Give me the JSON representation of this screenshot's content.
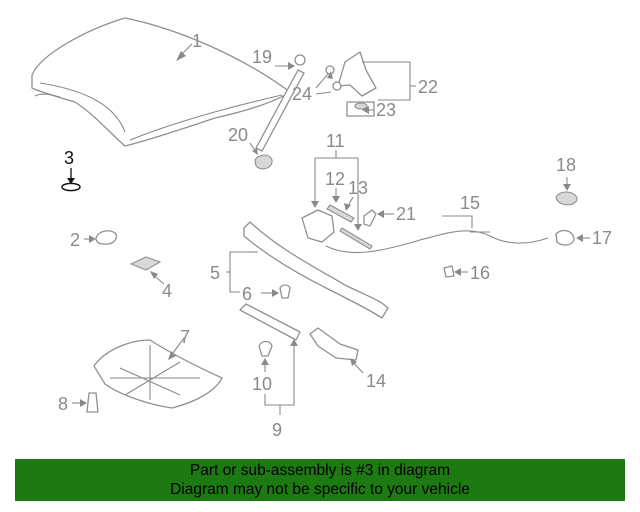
{
  "diagram": {
    "callouts": {
      "n1": "1",
      "n2": "2",
      "n3": "3",
      "n4": "4",
      "n5": "5",
      "n6": "6",
      "n7": "7",
      "n8": "8",
      "n9": "9",
      "n10": "10",
      "n11": "11",
      "n12": "12",
      "n13": "13",
      "n14": "14",
      "n15": "15",
      "n16": "16",
      "n17": "17",
      "n18": "18",
      "n19": "19",
      "n20": "20",
      "n21": "21",
      "n22": "22",
      "n23": "23",
      "n24": "24"
    },
    "highlighted_part": "3"
  },
  "banner": {
    "line1": "Part or sub-assembly is #3 in diagram",
    "line2": "Diagram may not be specific to your vehicle",
    "background_color": "#1d7a12"
  }
}
